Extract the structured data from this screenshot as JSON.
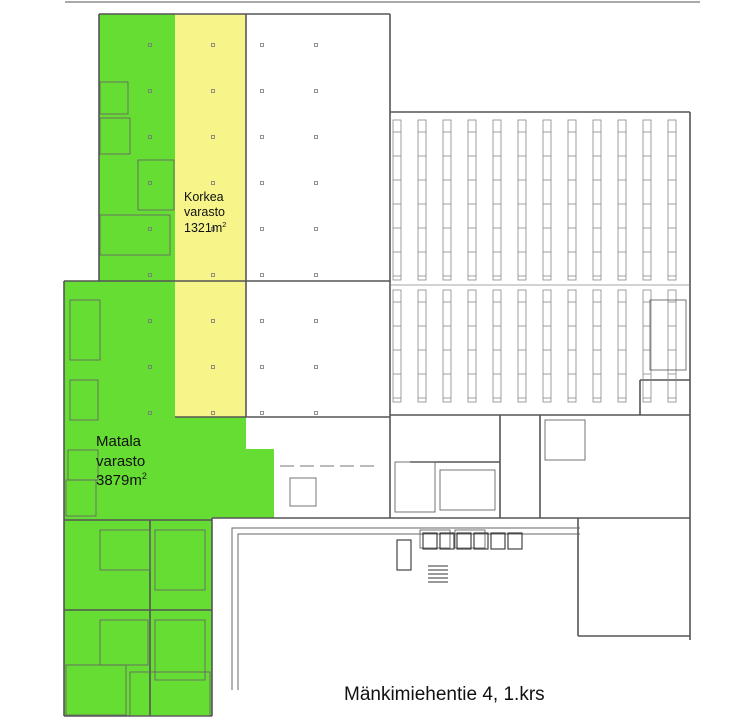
{
  "zones": {
    "high_storage": {
      "line1": "Korkea",
      "line2": "varasto",
      "area_value": "1321",
      "area_unit": "m",
      "area_exponent": "2",
      "fill": "#f7f58a"
    },
    "low_storage": {
      "line1": "Matala",
      "line2": "varasto",
      "area_value": "3879",
      "area_unit": "m",
      "area_exponent": "2",
      "fill": "#66dd33"
    }
  },
  "title": "Mänkimiehentie 4, 1.krs",
  "colors": {
    "wall": "#555555",
    "line": "#888888",
    "background": "#ffffff"
  }
}
